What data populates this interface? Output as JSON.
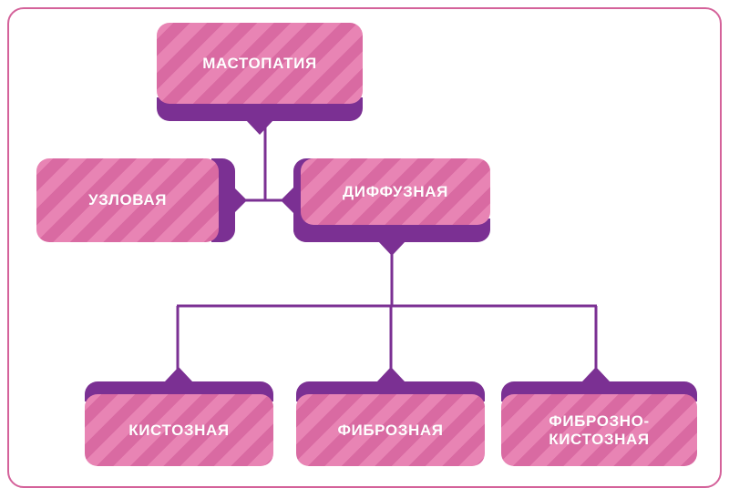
{
  "diagram": {
    "title_concept": "МАСТОПАТИЯ",
    "frame_color": "#d4629a",
    "card_pink_light": "#e884b4",
    "card_pink_dark": "#d96aa2",
    "card_purple": "#7b3093",
    "label_color": "#ffffff",
    "background": "#ffffff",
    "nodes": {
      "root": {
        "label": "МАСТОПАТИЯ"
      },
      "nodular": {
        "label": "УЗЛОВАЯ"
      },
      "diffuse": {
        "label": "ДИФФУЗНАЯ"
      },
      "cystic": {
        "label": "КИСТОЗНАЯ"
      },
      "fibrous": {
        "label": "ФИБРОЗНАЯ"
      },
      "fibrocystic": {
        "label": "ФИБРОЗНО-\nКИСТОЗНАЯ"
      }
    }
  }
}
